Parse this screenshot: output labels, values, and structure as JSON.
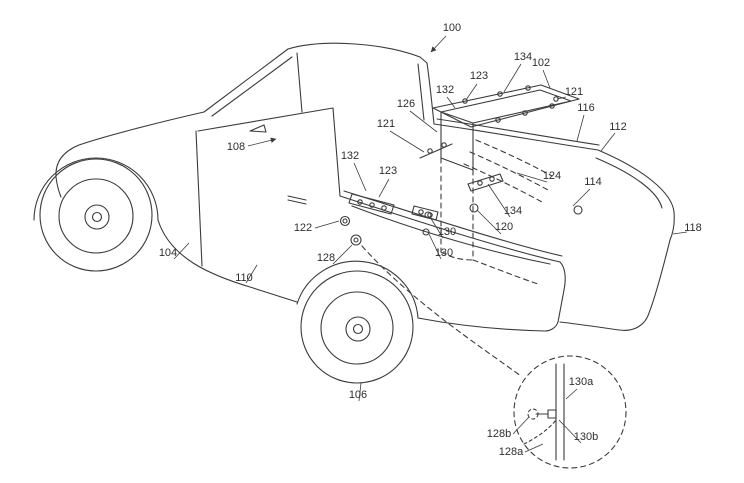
{
  "figure": {
    "type": "patent-line-drawing",
    "subject": "pickup truck with bed storage compartment and fastener detail view",
    "background_color": "#ffffff",
    "line_color": "#3b3b3b"
  },
  "labels": [
    {
      "text": "100"
    },
    {
      "text": "134"
    },
    {
      "text": "102"
    },
    {
      "text": "123"
    },
    {
      "text": "132"
    },
    {
      "text": "121"
    },
    {
      "text": "116"
    },
    {
      "text": "126"
    },
    {
      "text": "112"
    },
    {
      "text": "121"
    },
    {
      "text": "108"
    },
    {
      "text": "132"
    },
    {
      "text": "123"
    },
    {
      "text": "124"
    },
    {
      "text": "114"
    },
    {
      "text": "134"
    },
    {
      "text": "120"
    },
    {
      "text": "122"
    },
    {
      "text": "130"
    },
    {
      "text": "130"
    },
    {
      "text": "118"
    },
    {
      "text": "104"
    },
    {
      "text": "110"
    },
    {
      "text": "128"
    },
    {
      "text": "106"
    },
    {
      "text": "130a"
    },
    {
      "text": "130b"
    },
    {
      "text": "128b"
    },
    {
      "text": "128a"
    }
  ]
}
